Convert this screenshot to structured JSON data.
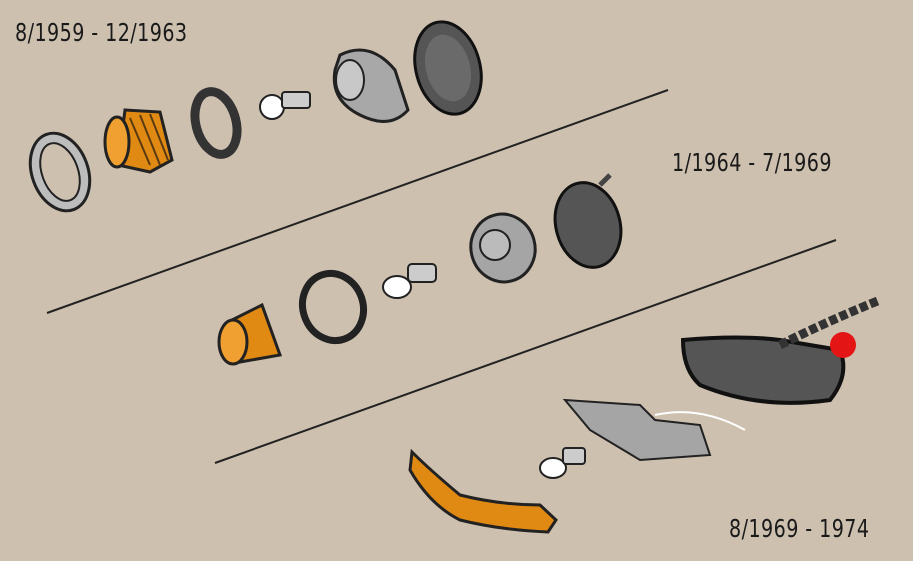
{
  "labels": {
    "era1": "8/1959 - 12/1963",
    "era2": "1/1964 - 7/1969",
    "era3": "8/1969 - 1974"
  },
  "colors": {
    "background": "#cec0af",
    "lens_amber": "#e08a14",
    "housing_gray": "#9a9a9a",
    "marker": "#e31515"
  }
}
